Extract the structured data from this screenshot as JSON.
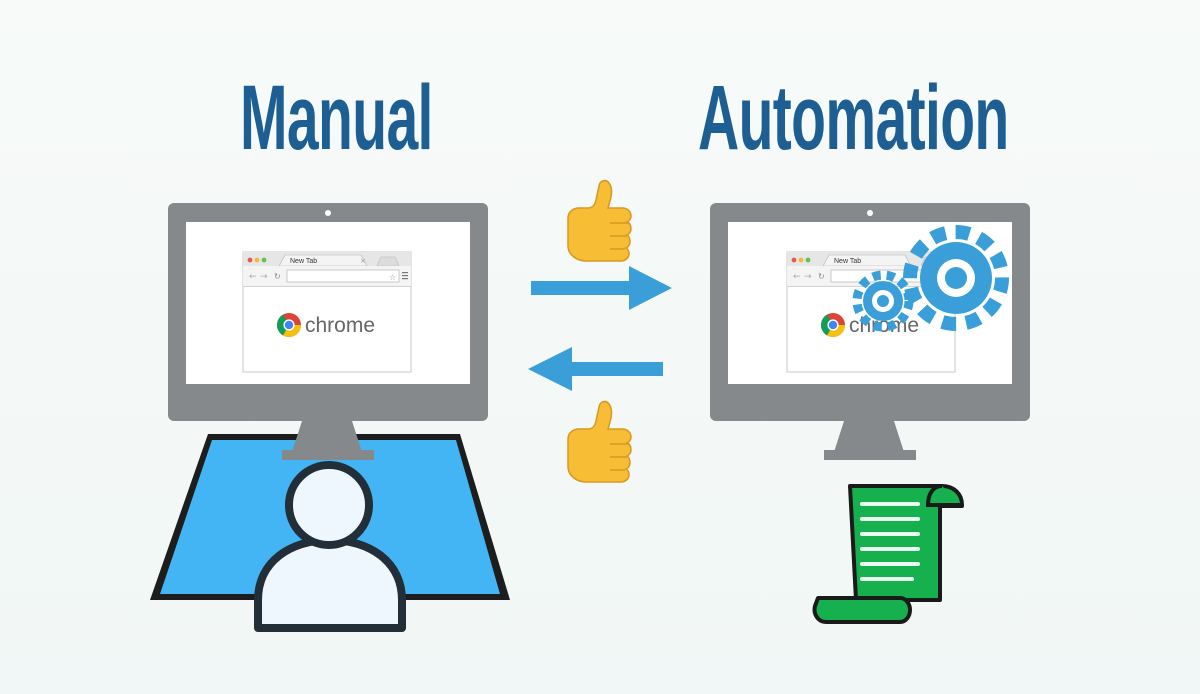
{
  "headings": {
    "manual": "Manual",
    "automation": "Automation"
  },
  "browser": {
    "tab_title": "New Tab",
    "brand_word": "chrome"
  },
  "icons": {
    "manual_side": [
      "monitor-icon",
      "browser-window-icon",
      "chrome-logo-icon",
      "user-icon",
      "desk-icon"
    ],
    "center": [
      "thumbs-up-icon",
      "arrow-right-icon",
      "arrow-left-icon"
    ],
    "automation_side": [
      "monitor-icon",
      "gears-icon",
      "script-scroll-icon"
    ]
  },
  "colors": {
    "heading": "#1e5f93",
    "arrow": "#3a9fd9",
    "gear": "#3a9fd9",
    "desk": "#43b5f5",
    "scroll": "#17b04f",
    "monitor": "#85898c"
  }
}
